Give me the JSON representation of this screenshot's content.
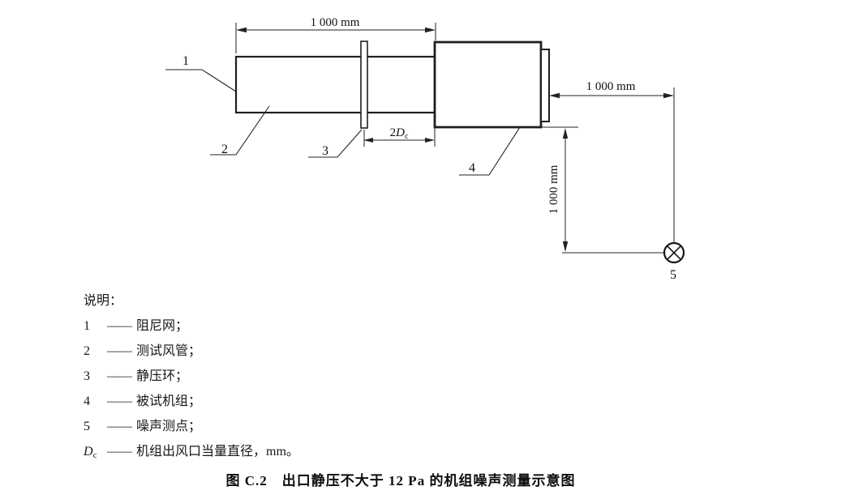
{
  "figure": {
    "caption": "图 C.2　出口静压不大于 12 Pa 的机组噪声测量示意图"
  },
  "diagram": {
    "dim_top": "1 000 mm",
    "dim_right": "1 000 mm",
    "dim_vertical": "1 000 mm",
    "dim_outlet": {
      "prefix": "2",
      "symbol": "D",
      "sub": "c"
    },
    "part_labels": {
      "p1": "1",
      "p2": "2",
      "p3": "3",
      "p4": "4",
      "p5": "5"
    }
  },
  "legend": {
    "title": "说明：",
    "dash": "——",
    "items": [
      {
        "num": "1",
        "term": "阻尼网；"
      },
      {
        "num": "2",
        "term": "测试风管；"
      },
      {
        "num": "3",
        "term": "静压环；"
      },
      {
        "num": "4",
        "term": "被试机组；"
      },
      {
        "num": "5",
        "term": "噪声测点；"
      },
      {
        "num": "D",
        "num_sub": "c",
        "term": "机组出风口当量直径，mm。"
      }
    ]
  },
  "colors": {
    "line": "#1f1f1f",
    "background": "#ffffff"
  }
}
